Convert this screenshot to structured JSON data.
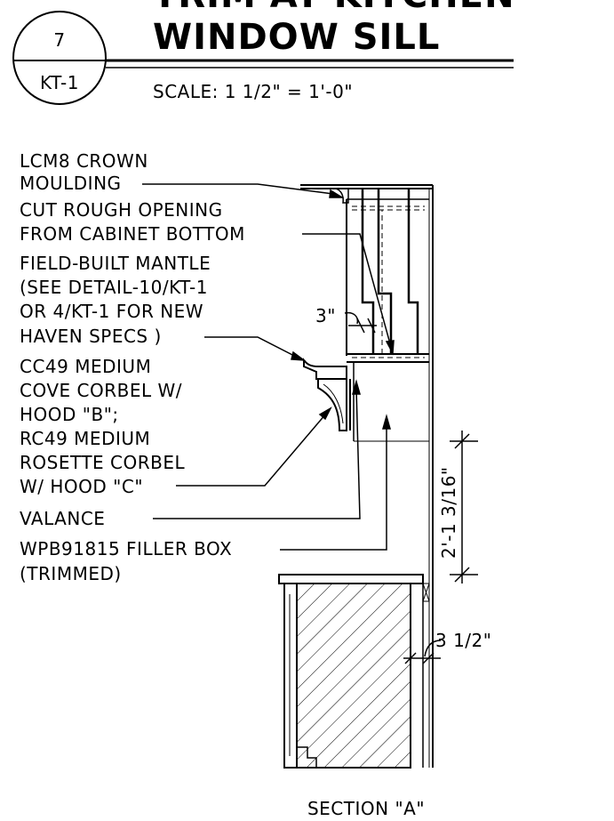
{
  "title_block": {
    "detail_number": "7",
    "sheet_ref": "KT-1",
    "title_line1": "TRIM AT KITCHEN",
    "title_line2": "WINDOW SILL",
    "scale": "SCALE: 1 1/2\" = 1'-0\""
  },
  "callouts": {
    "crown": [
      "LCM8 CROWN",
      "MOULDING"
    ],
    "rough_opening": [
      "CUT ROUGH OPENING",
      "FROM CABINET BOTTOM"
    ],
    "mantle": [
      "FIELD-BUILT MANTLE",
      "(SEE DETAIL-10/KT-1",
      "OR 4/KT-1 FOR NEW",
      "HAVEN SPECS )"
    ],
    "corbel": [
      "CC49 MEDIUM",
      "COVE CORBEL W/",
      "HOOD \"B\";",
      "RC49 MEDIUM",
      "ROSETTE CORBEL",
      "W/ HOOD \"C\""
    ],
    "valance": [
      "VALANCE"
    ],
    "filler": [
      "WPB91815 FILLER BOX",
      "(TRIMMED)"
    ]
  },
  "dimensions": {
    "d_3in": "3\"",
    "d_height": "2'-1 3/16\"",
    "d_3_5in": "3 1/2\""
  },
  "section_label": "SECTION \"A\""
}
